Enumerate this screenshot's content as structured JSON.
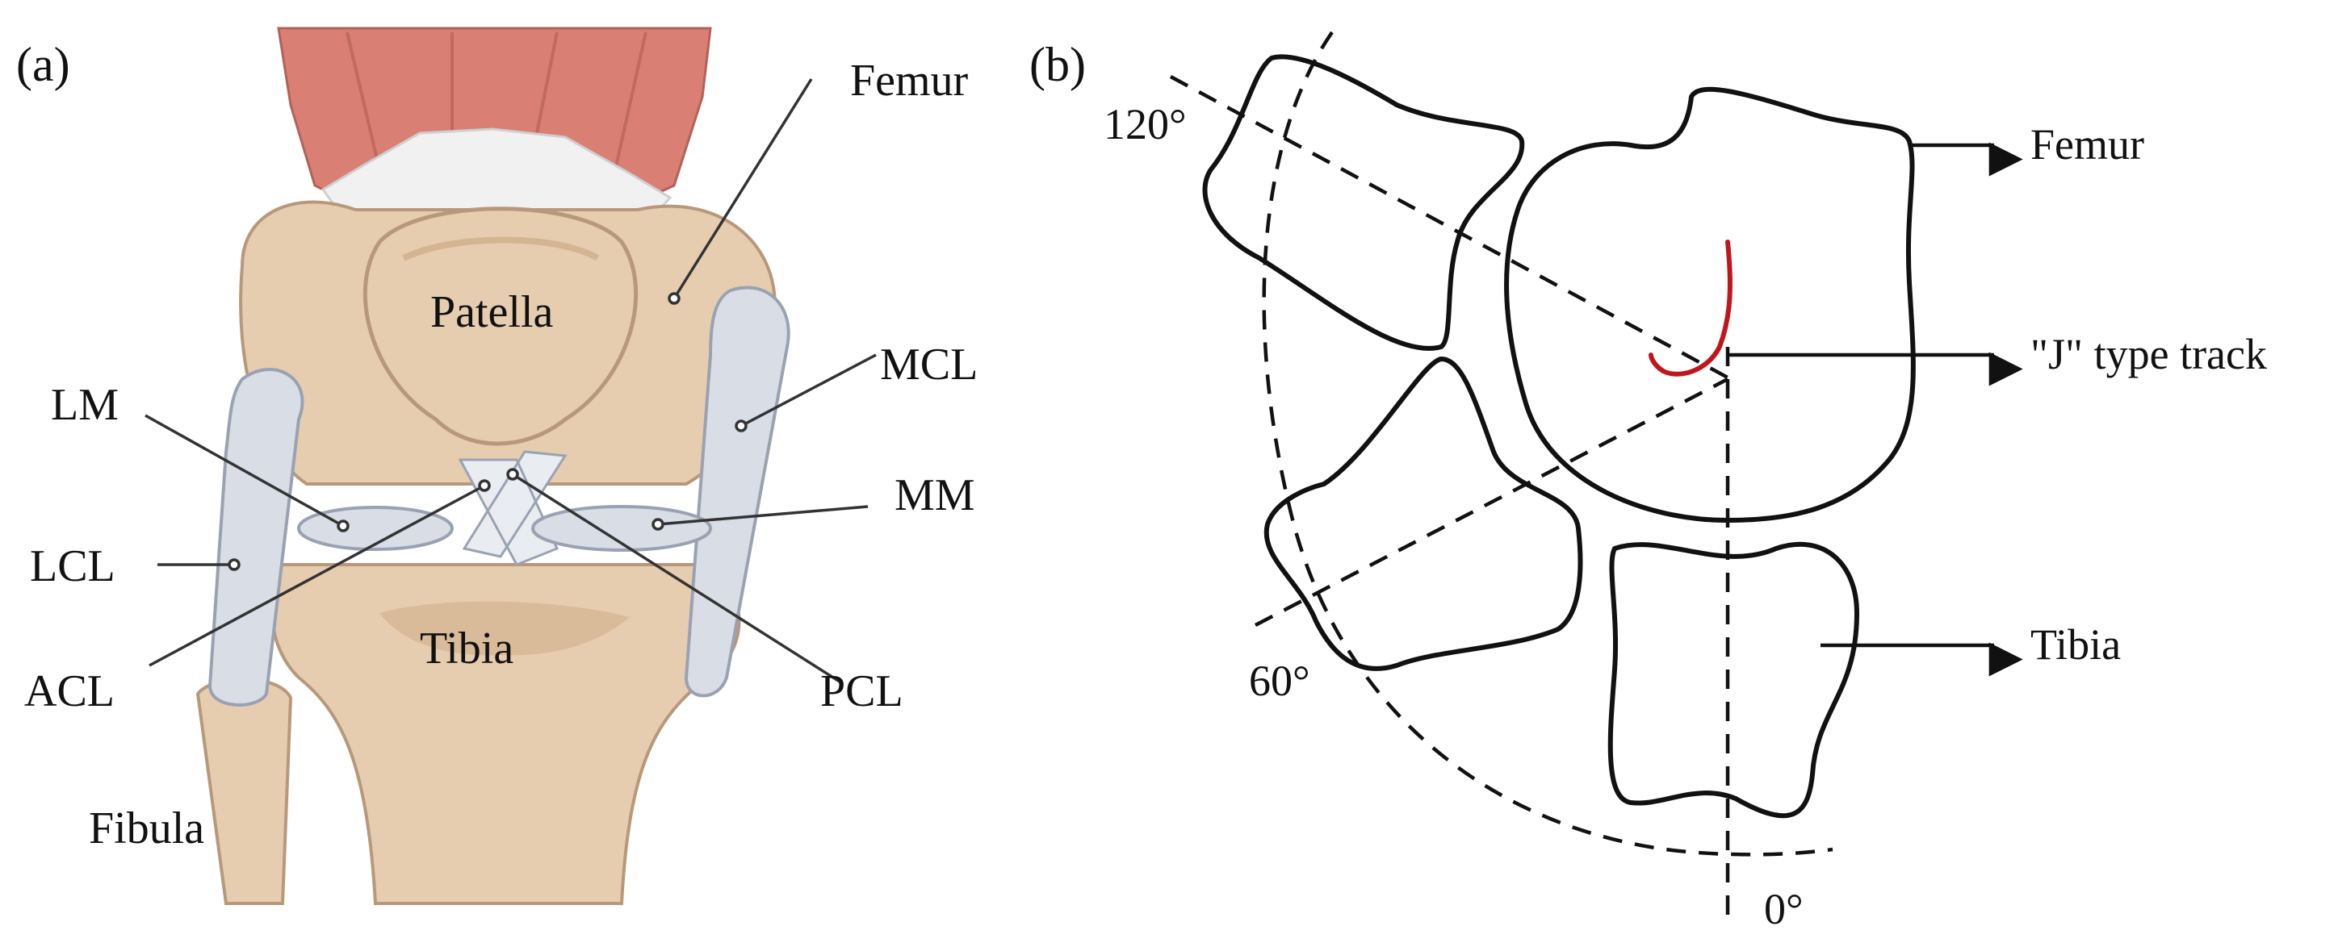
{
  "panel_a": {
    "panel_label": "(a)",
    "labels": {
      "femur": "Femur",
      "patella": "Patella",
      "mcl": "MCL",
      "lm": "LM",
      "mm": "MM",
      "lcl": "LCL",
      "acl": "ACL",
      "tibia": "Tibia",
      "pcl": "PCL",
      "fibula": "Fibula"
    }
  },
  "panel_b": {
    "panel_label": "(b)",
    "angles": {
      "a120": "120°",
      "a60": "60°",
      "a0": "0°"
    },
    "labels": {
      "femur": "Femur",
      "track": "\"J\" type track",
      "tibia": "Tibia"
    },
    "track_color": "#c0161b"
  },
  "colors": {
    "muscle": "#d97f74",
    "tendon": "#f1f1f1",
    "bone": "#e6cdb0",
    "bone_shadow": "#c9a985",
    "ligament": "#d9dde6"
  }
}
